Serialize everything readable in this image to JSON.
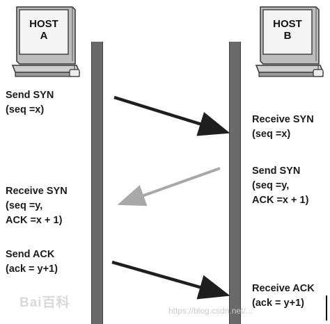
{
  "hosts": {
    "a": {
      "line1": "HOST",
      "line2": "A"
    },
    "b": {
      "line1": "HOST",
      "line2": "B"
    }
  },
  "steps": {
    "a_send_syn": {
      "line1": "Send SYN",
      "line2": "(seq =x)"
    },
    "b_receive_syn": {
      "line1": "Receive SYN",
      "line2": "(seq =x)"
    },
    "b_send_syn": {
      "line1": "Send SYN",
      "line2": "(seq =y,",
      "line3": "ACK =x + 1)"
    },
    "a_receive_syn": {
      "line1": "Receive SYN",
      "line2": "(seq =y,",
      "line3": "ACK =x + 1)"
    },
    "a_send_ack": {
      "line1": "Send ACK",
      "line2": "(ack = y+1)"
    },
    "b_receive_ack": {
      "line1": "Receive ACK",
      "line2": "(ack = y+1)"
    }
  },
  "watermarks": {
    "logo": "Bai百科",
    "url": "https://blog.csdn.net/..."
  },
  "colors": {
    "dark_arrow": "#1f1f1f",
    "light_arrow": "#a8a8a8",
    "timeline": "#6a6a6a"
  }
}
